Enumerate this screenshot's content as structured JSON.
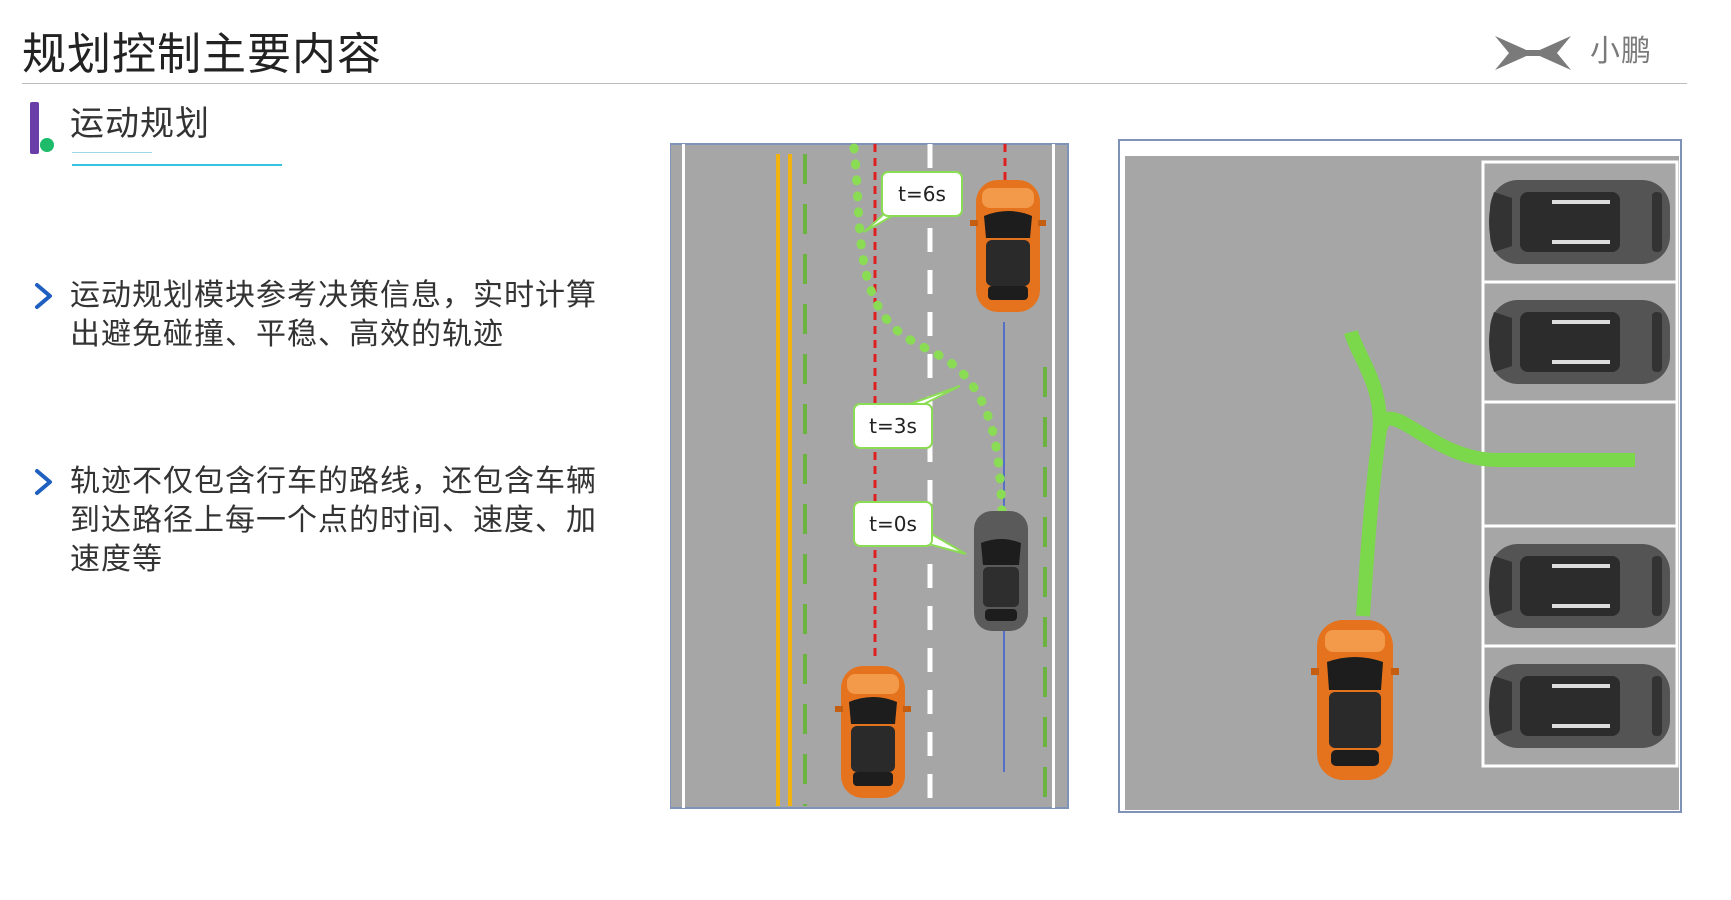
{
  "page": {
    "title": "规划控制主要内容",
    "brand": {
      "name": "小鹏",
      "logo_icon": "xpeng-x-logo-icon"
    },
    "section": {
      "title": "运动规划"
    },
    "bullets": [
      {
        "icon": "chevron-right-icon",
        "text": "运动规划模块参考决策信息，实时计算出避免碰撞、平稳、高效的轨迹"
      },
      {
        "icon": "chevron-right-icon",
        "text": "轨迹不仅包含行车的路线，还包含车辆到达路径上每一个点的时间、速度、加速度等"
      }
    ]
  },
  "highway_diagram": {
    "labels": {
      "t6": "t=6s",
      "t3": "t=3s",
      "t0": "t=0s"
    },
    "colors": {
      "road": "#a6a6a6",
      "lane_yellow": "#f2b311",
      "lane_green": "#6db33f",
      "trajectory": "#8bdc55",
      "boundary": "#e02020",
      "ego_path": "#3a5fcd"
    }
  },
  "parking_diagram": {
    "colors": {
      "ground": "#a6a6a6",
      "stall_line": "#ffffff",
      "path": "#7bd84a",
      "car_dark": "#4a4a4a",
      "car_orange": "#e5731e"
    }
  }
}
